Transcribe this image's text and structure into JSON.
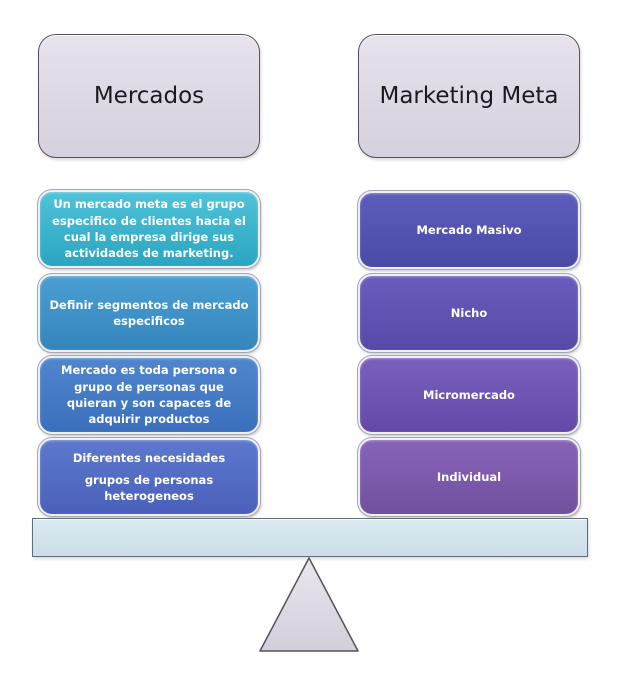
{
  "left_column": {
    "title": "Mercados",
    "items": [
      {
        "text": "Un mercado meta es el grupo especifico de clientes hacia el cual la empresa dirige sus actividades de marketing."
      },
      {
        "text": "Definir segmentos de mercado especificos"
      },
      {
        "text": "Mercado es toda persona  o grupo de personas que quieran y son capaces de adquirir productos"
      },
      {
        "line1": "Diferentes necesidades",
        "line2": "grupos de personas heterogeneos"
      }
    ]
  },
  "right_column": {
    "title": "Marketing Meta",
    "items": [
      {
        "text": "Mercado Masivo"
      },
      {
        "text": "Nicho"
      },
      {
        "text": "Micromercado"
      },
      {
        "text": "Individual"
      }
    ]
  },
  "colors": {
    "header_fill": "#ddd8e4",
    "beam_fill": "#d6e6ee",
    "left_item_1": "#3ab4cd",
    "left_item_2": "#3f92c8",
    "left_item_3": "#457ac5",
    "left_item_4": "#536cc4",
    "right_item_1": "#5353b2",
    "right_item_2": "#6052b3",
    "right_item_3": "#6f54b3",
    "right_item_4": "#7c5aac"
  }
}
